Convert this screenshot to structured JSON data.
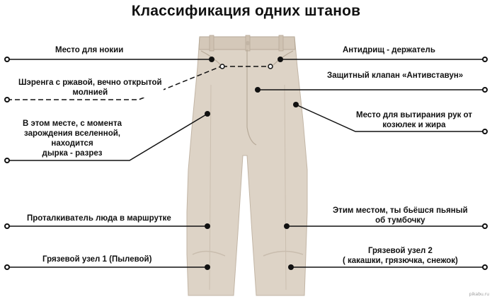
{
  "title": "Классификация одних штанов",
  "watermark": "pikabu.ru",
  "colors": {
    "pants_fill": "#ddd3c6",
    "pants_shadow": "#c9bdae",
    "pants_stitch": "#b7aa99",
    "line": "#111111",
    "dot": "#111111"
  },
  "labels": {
    "phone_pocket": "Место для нокии",
    "zipper": [
      "Шэренга с ржавой, вечно открытой",
      "молнией"
    ],
    "hole": [
      "В этом месте,  с момента",
      "зарождения вселенной,",
      "находится",
      "дырка - разрез"
    ],
    "crowd_pusher": "Проталкиватель люда в маршрутке",
    "dirt_knot_1": "Грязевой узел 1 (Пылевой)",
    "anti_sweat_holder": "Антидрищ - держатель",
    "anti_flap": "Защитный клапан «Антивставун»",
    "hand_wipe": [
      "Место для вытирания рук от",
      "козюлек и жира"
    ],
    "drunk_hit": [
      "Этим местом, ты бьёшся пьяный",
      "об тумбочку"
    ],
    "dirt_knot_2": [
      "Грязевой узел 2",
      "( какашки, грязючка, снежок)"
    ]
  }
}
